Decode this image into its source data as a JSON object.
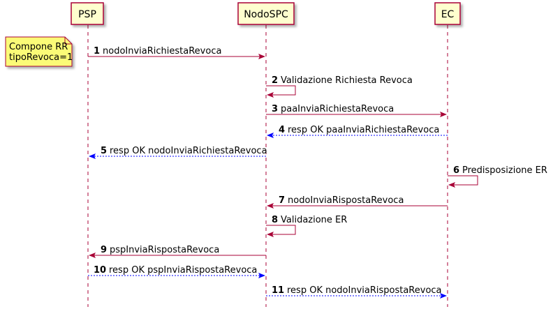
{
  "participants": [
    {
      "id": "psp",
      "label": "PSP"
    },
    {
      "id": "nodo",
      "label": "NodoSPC"
    },
    {
      "id": "ec",
      "label": "EC"
    }
  ],
  "note": {
    "lines": [
      "Compone RR",
      "tipoRevoca=1"
    ],
    "color": "#FBFB77"
  },
  "messages": [
    {
      "num": "1",
      "text": "nodoInviaRichiestaRevoca",
      "from": "psp",
      "to": "nodo",
      "kind": "sync"
    },
    {
      "num": "2",
      "text": "Validazione Richiesta Revoca",
      "from": "nodo",
      "to": "nodo",
      "kind": "self"
    },
    {
      "num": "3",
      "text": "paaInviaRichiestaRevoca",
      "from": "nodo",
      "to": "ec",
      "kind": "sync"
    },
    {
      "num": "4",
      "text": "resp OK paaInviaRichiestaRevoca",
      "from": "ec",
      "to": "nodo",
      "kind": "resp"
    },
    {
      "num": "5",
      "text": "resp OK nodoInviaRichiestaRevoca",
      "from": "nodo",
      "to": "psp",
      "kind": "resp"
    },
    {
      "num": "6",
      "text": "Predisposizione ER",
      "from": "ec",
      "to": "ec",
      "kind": "self"
    },
    {
      "num": "7",
      "text": "nodoInviaRispostaRevoca",
      "from": "ec",
      "to": "nodo",
      "kind": "sync"
    },
    {
      "num": "8",
      "text": "Validazione ER",
      "from": "nodo",
      "to": "nodo",
      "kind": "self"
    },
    {
      "num": "9",
      "text": "pspInviaRispostaRevoca",
      "from": "nodo",
      "to": "psp",
      "kind": "sync"
    },
    {
      "num": "10",
      "text": "resp OK pspInviaRispostaRevoca",
      "from": "psp",
      "to": "nodo",
      "kind": "resp"
    },
    {
      "num": "11",
      "text": "resp OK nodoInviaRispostaRevoca",
      "from": "nodo",
      "to": "ec",
      "kind": "resp"
    }
  ],
  "colors": {
    "participant_fill": "#FEFECE",
    "border": "#A80036",
    "request_arrow": "#A80036",
    "response_arrow": "#0000FF"
  }
}
